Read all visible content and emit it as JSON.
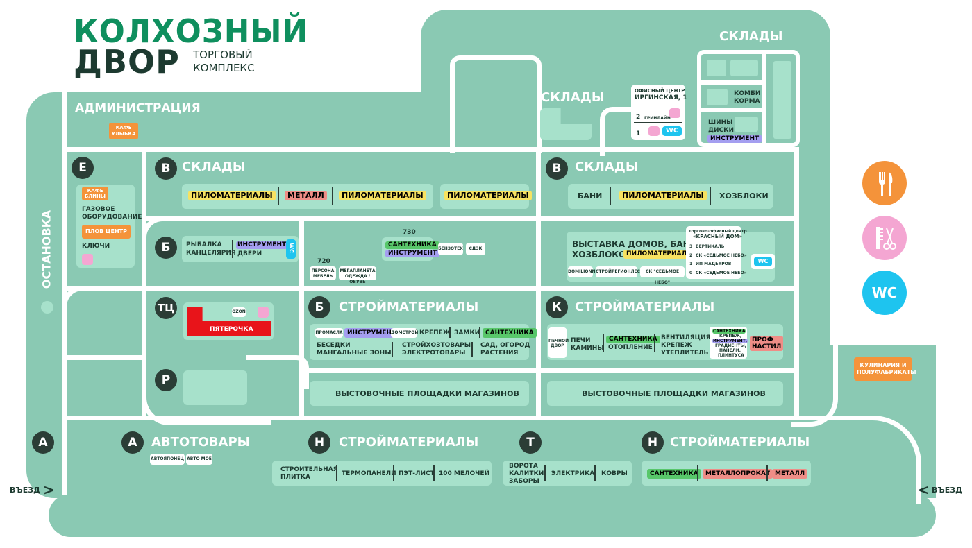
{
  "logo": {
    "line1": "КОЛХОЗНЫЙ",
    "line2": "ДВОР",
    "sub1": "ТОРГОВЫЙ",
    "sub2": "КОМПЛЕКС"
  },
  "stop_label": "ОСТАНОВКА",
  "entry_left": "ВЪЕЗД",
  "entry_right": "ВЪЕЗД",
  "colors": {
    "ground": "#8ac9b3",
    "block": "#7fc4ac",
    "panel": "#a7e1cb",
    "dark": "#2b3d36",
    "brand": "#0f8f5e",
    "yellow": "#f7e261",
    "red": "#ef8d86",
    "green": "#58c76a",
    "violet": "#a49ef0",
    "orange": "#f4933a",
    "wc": "#1ec4ef",
    "pink": "#f4a6d2"
  },
  "legend": {
    "food_icon": "fork-knife-icon",
    "beauty_icon": "scissors-comb-icon",
    "wc": "WC"
  },
  "top": {
    "admin": "АДМИНИСТРАЦИЯ",
    "cafe_smile": "КАФЕ УЛЫБКА",
    "sklady_mid": "СКЛАДЫ",
    "sklady_right": "СКЛАДЫ",
    "office_title1": "ОФИСНЫЙ ЦЕНТР",
    "office_title2": "ИРГИНСКАЯ, 1",
    "office_floor2": "2",
    "office_floor1": "1",
    "office_tenant": "ГРИНЛАЙН",
    "office_wc": "WC",
    "kombikorma": "КОМБИ КОРМА",
    "shiny": "ШИНЫ",
    "diski": "ДИСКИ",
    "instrument": "ИНСТРУМЕНТ"
  },
  "E": {
    "letter": "Е",
    "cafe": "КАФЕ БЛИНЫ",
    "gas1": "ГАЗОВОЕ",
    "gas2": "ОБОРУДОВАНИЕ",
    "plov": "ПЛОВ ЦЕНТР",
    "keys": "КЛЮЧИ"
  },
  "V1": {
    "letter": "В",
    "title": "СКЛАДЫ",
    "t1": "ПИЛОМАТЕРИАЛЫ",
    "t2": "МЕТАЛЛ",
    "t3": "ПИЛОМАТЕРИАЛЫ",
    "t4": "ПИЛОМАТЕРИАЛЫ"
  },
  "V2": {
    "letter": "В",
    "title": "СКЛАДЫ",
    "t1": "БАНИ",
    "t2": "ПИЛОМАТЕРИАЛЫ",
    "t3": "ХОЗБЛОКИ"
  },
  "B1": {
    "letter": "Б",
    "fish": "РЫБАЛКА",
    "office": "КАНЦЕЛЯРИЯ",
    "instr": "ИНСТРУМЕНТ",
    "doors": "ДВЕРИ",
    "wc": "WC"
  },
  "mid": {
    "n730": "730",
    "santeh": "САНТЕХНИКА",
    "instr": "ИНСТРУМЕНТ",
    "benzo": "БЕНЗОТЕХ",
    "sdk": "СДЗК",
    "n720": "720",
    "persona1": "ПЕРСОНА",
    "persona2": "МЕБЕЛЬ",
    "mega1": "МЕГАПЛАНЕТА",
    "mega2": "ОДЕЖДА / ОБУВЬ"
  },
  "expo": {
    "t1": "ВЫСТАВКА ДОМОВ, БАНЬ",
    "t2": "ХОЗБЛОКОВ",
    "pilo": "ПИЛОМАТЕРИАЛЫ",
    "c1": "DOMILIONN",
    "c2": "СТРОЙРЕГИОНЛЕС",
    "c3": "СК \"СЕДЬМОЕ НЕБО\"",
    "wc": "WC",
    "red_title1": "торгово-офисный центр",
    "red_title2": "«КРАСНЫЙ ДОМ»",
    "f3": "3",
    "f3t": "ВЕРТИКАЛЬ",
    "f2": "2",
    "f2t": "СК «СЕДЬМОЕ НЕБО»",
    "f1": "1",
    "f1t": "ИП МАДЬЯРОВ",
    "f0": "0",
    "f0t": "СК «СЕДЬМОЕ НЕБО»"
  },
  "TC": {
    "letter": "ТЦ",
    "ozon": "OZON",
    "pyat": "ПЯТЕРОЧКА"
  },
  "B2": {
    "letter": "Б",
    "title": "СТРОЙМАТЕРИАЛЫ",
    "promsla": "ПРОМАСЛА",
    "instr": "ИНСТРУМЕНТ",
    "domstroy": "ДОМСТРОЙ",
    "krepezh": "КРЕПЕЖ",
    "zamki": "ЗАМКИ",
    "santeh": "САНТЕХНИКА",
    "bes1": "БЕСЕДКИ",
    "bes2": "МАНГАЛЬНЫЕ ЗОНЫ",
    "hoz1": "СТРОЙХОЗТОВАРЫ",
    "hoz2": "ЭЛЕКТРОТОВАРЫ",
    "sad1": "САД, ОГОРОД",
    "sad2": "РАСТЕНИЯ"
  },
  "K": {
    "letter": "К",
    "title": "СТРОЙМАТЕРИАЛЫ",
    "pechnoy1": "ПЕЧНОЙ",
    "pechnoy2": "ДВОР",
    "pechi": "ПЕЧИ",
    "kaminy": "КАМИНЫ",
    "santeh": "САНТЕХНИКА",
    "otopl": "ОТОПЛЕНИЕ",
    "vent": "ВЕНТИЛЯЦИЯ",
    "krep": "КРЕПЕЖ",
    "utepl": "УТЕПЛИТЕЛЬ",
    "m1": "САНТЕХНИКА",
    "m2": "КРЕПЕЖ,",
    "m3": "ИНСТРУМЕНТ,",
    "m4": "ГРАДИЕНТЫ,",
    "m5": "ПАНЕЛИ,",
    "m6": "ПЛИНТУСА",
    "prof1": "ПРОФ",
    "prof2": "НАСТИЛ"
  },
  "R": {
    "letter": "Р"
  },
  "expo_left": "ВЫСТОВОЧНЫЕ ПЛОЩАДКИ МАГАЗИНОВ",
  "expo_right": "ВЫСТОВОЧНЫЕ ПЛОЩАДКИ МАГАЗИНОВ",
  "kulinaria": "КУЛИНАРИЯ И ПОЛУФАБРИКАТЫ",
  "bottom": {
    "A_side": "А",
    "A": {
      "letter": "А",
      "title": "АВТОТОВАРЫ",
      "s1": "АВТОЯПОНЕЦ",
      "s2": "АВТО МОЁ"
    },
    "N1": {
      "letter": "Н",
      "title": "СТРОЙМАТЕРИАЛЫ",
      "c1a": "СТРОИТЕЛЬНАЯ",
      "c1b": "ПЛИТКА",
      "c2": "ТЕРМОПАНЕЛИ",
      "c3": "ПЭТ-ЛИСТ",
      "c4": "100 МЕЛОЧЕЙ"
    },
    "T": {
      "letter": "Т",
      "c1a": "ВОРОТА",
      "c1b": "КАЛИТКИ",
      "c1c": "ЗАБОРЫ",
      "c2": "ЭЛЕКТРИКА",
      "c3": "КОВРЫ"
    },
    "N2": {
      "letter": "Н",
      "title": "СТРОЙМАТЕРИАЛЫ",
      "c1": "САНТЕХНИКА",
      "c2": "МЕТАЛЛОПРОКАТ",
      "c3": "МЕТАЛЛ"
    }
  }
}
